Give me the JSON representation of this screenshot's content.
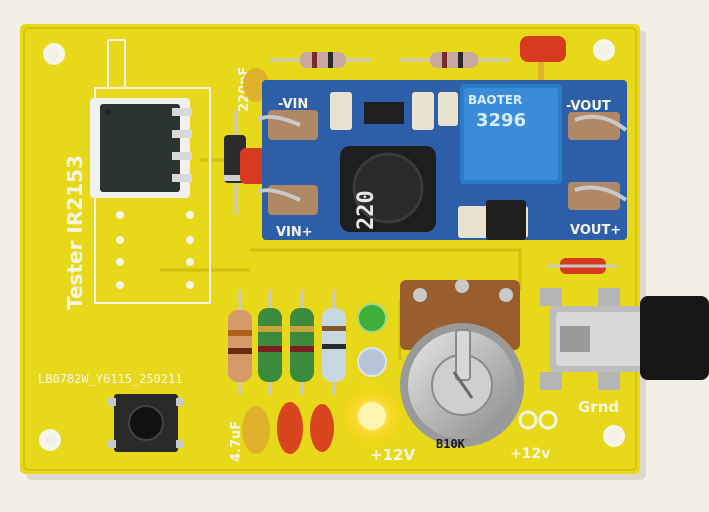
{
  "board": {
    "title_silk": "Tester IR2153",
    "cap_top_label": "220nF",
    "cap_bottom_label": "4.7uF",
    "pcb_code": "LB0782W_Y6115_250211",
    "ground_label": "Grnd",
    "v12_label_left": "+12V",
    "v12_label_right": "+12v",
    "pot_label": "B10K"
  },
  "module": {
    "vin_minus": "-VIN",
    "vin_plus": "VIN+",
    "vout_minus": "-VOUT",
    "vout_plus": "VOUT+",
    "inductor_code": "220",
    "trimmer_brand": "BAOTER",
    "trimmer_code": "3296"
  },
  "colors": {
    "pcb": "#e8d81a",
    "module": "#2d5fa8",
    "silkscreen": "#f5f5e8"
  }
}
